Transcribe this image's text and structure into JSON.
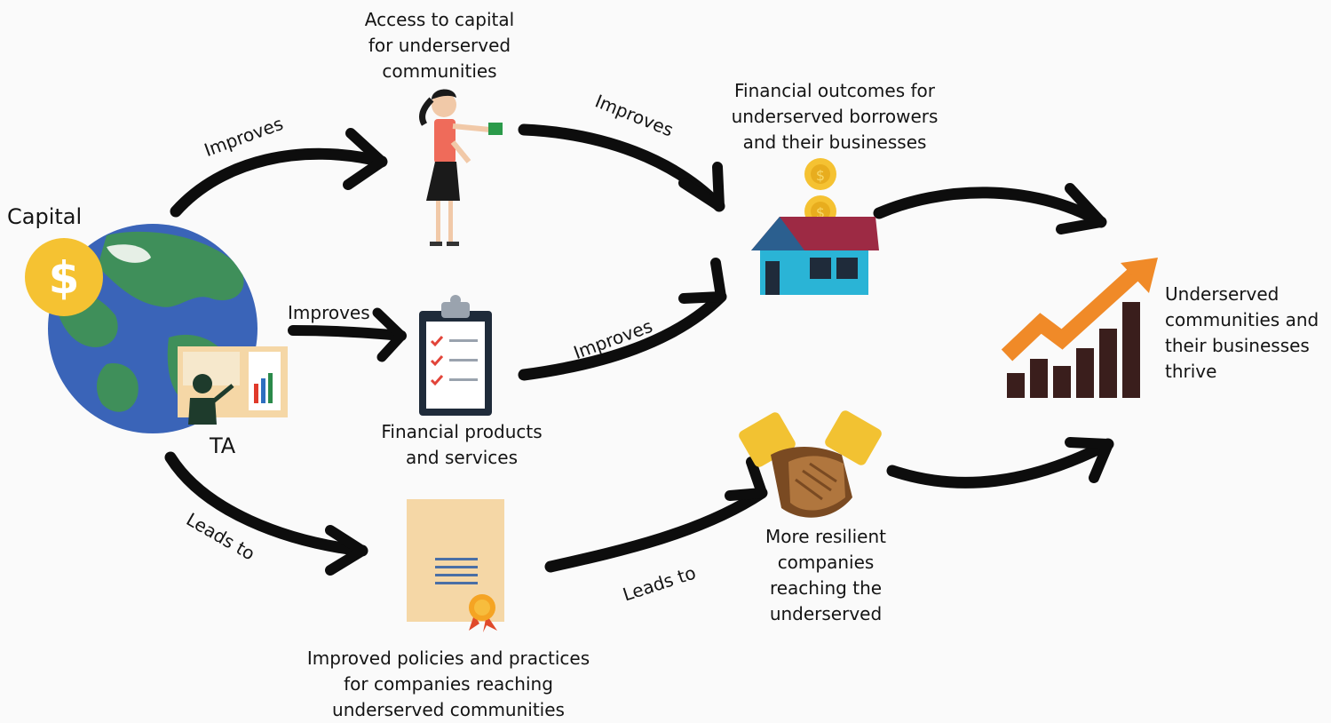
{
  "nodes": {
    "capital": "Capital",
    "ta": "TA",
    "access_to_capital": [
      "Access to capital",
      "for underserved",
      "communities"
    ],
    "financial_products": [
      "Financial products",
      "and services"
    ],
    "improved_policies": [
      "Improved policies and practices",
      "for companies reaching",
      "underserved communities"
    ],
    "financial_outcomes": [
      "Financial outcomes for",
      "underserved borrowers",
      "and their businesses"
    ],
    "resilient_companies": [
      "More resilient",
      "companies",
      "reaching the",
      "underserved"
    ],
    "thrive": [
      "Underserved",
      "communities and",
      "their businesses",
      "thrive"
    ]
  },
  "edges": {
    "globe_to_access": "Improves",
    "globe_to_products": "Improves",
    "globe_to_policies": "Leads to",
    "access_to_outcomes": "Improves",
    "products_to_outcomes": "Improves",
    "policies_to_resilient": "Leads to"
  },
  "colors": {
    "arrow": "#0d0d0d",
    "ocean": "#3a64b8",
    "land": "#3f8f5a",
    "coin": "#f5c232",
    "roof": "#9d2a44",
    "house_wall": "#2ab4d6",
    "chart_bars": "#3a1e1c",
    "trend_arrow": "#f08a28",
    "certificate": "#f5d7a6",
    "handshake_dark": "#7a4a22",
    "handshake_light": "#b0763e",
    "cuffs": "#f2c232"
  }
}
